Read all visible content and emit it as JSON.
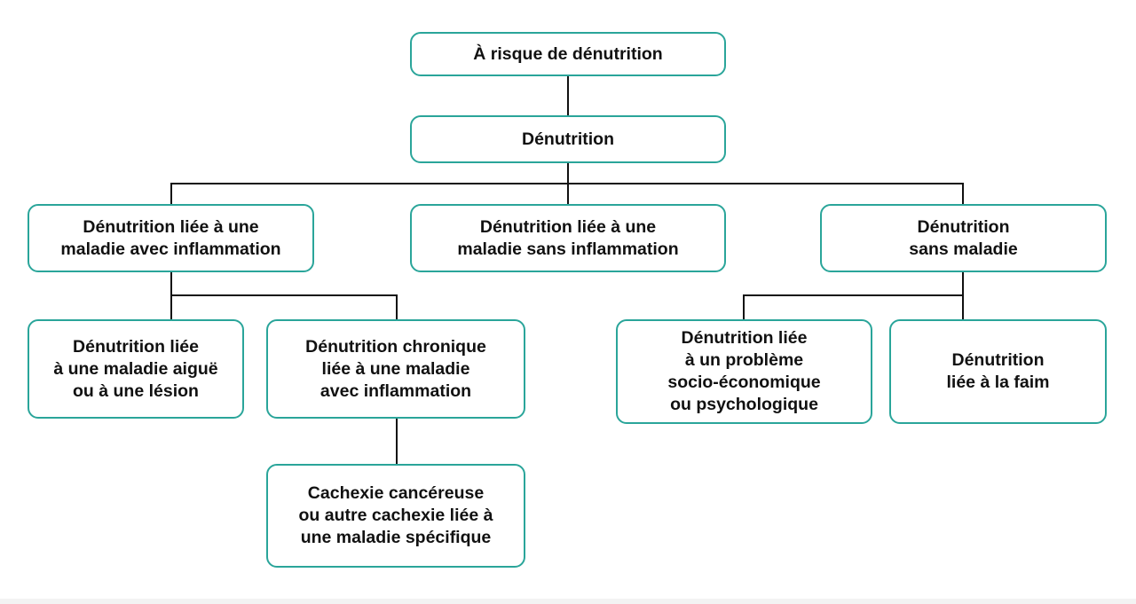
{
  "diagram": {
    "border_color": "#2aa59a",
    "line_color": "#111111",
    "nodes": {
      "at_risk": "À risque de dénutrition",
      "malnutrition": "Dénutrition",
      "disease_inflammation": "Dénutrition liée à une\nmaladie avec inflammation",
      "disease_no_inflammation": "Dénutrition liée à une\nmaladie sans inflammation",
      "no_disease": "Dénutrition\nsans maladie",
      "acute_disease": "Dénutrition liée\nà une maladie aiguë\nou à une lésion",
      "chronic_disease": "Dénutrition chronique\nliée à une maladie\navec inflammation",
      "cachexia": "Cachexie cancéreuse\nou autre cachexie liée à\nune maladie spécifique",
      "socioeconomic": "Dénutrition liée\nà un problème\nsocio-économique\nou psychologique",
      "hunger": "Dénutrition\nliée à la faim"
    }
  }
}
